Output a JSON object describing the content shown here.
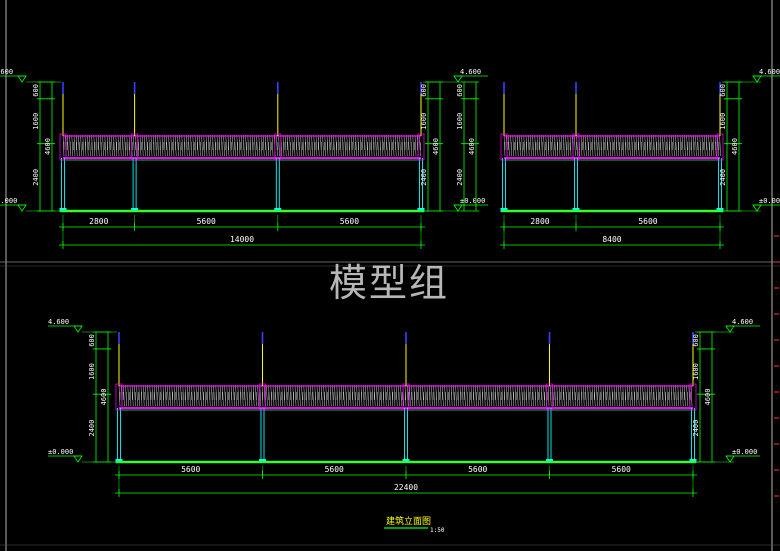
{
  "watermark": "模型组",
  "drawing_title": "建筑立面图",
  "drawing_scale": "1:50",
  "levels": {
    "top": "4.600",
    "ground": "±0.000"
  },
  "vertical_dims": {
    "total": "4600",
    "parts": [
      "600",
      "1600",
      "2400"
    ]
  },
  "elevations": [
    {
      "id": "a",
      "spans": [
        "2800",
        "5600",
        "5600"
      ],
      "total": "14000"
    },
    {
      "id": "b",
      "spans": [
        "2800",
        "5600"
      ],
      "total": "8400"
    },
    {
      "id": "c",
      "spans": [
        "5600",
        "5600",
        "5600",
        "5600"
      ],
      "total": "22400"
    }
  ],
  "colors": {
    "background": "#000000",
    "dim": "#00ff00",
    "ground": "#33ff33",
    "post": "#00ffff",
    "beam": "#ff00ff",
    "rod": "#ffff00",
    "cap": "#3344ff"
  }
}
